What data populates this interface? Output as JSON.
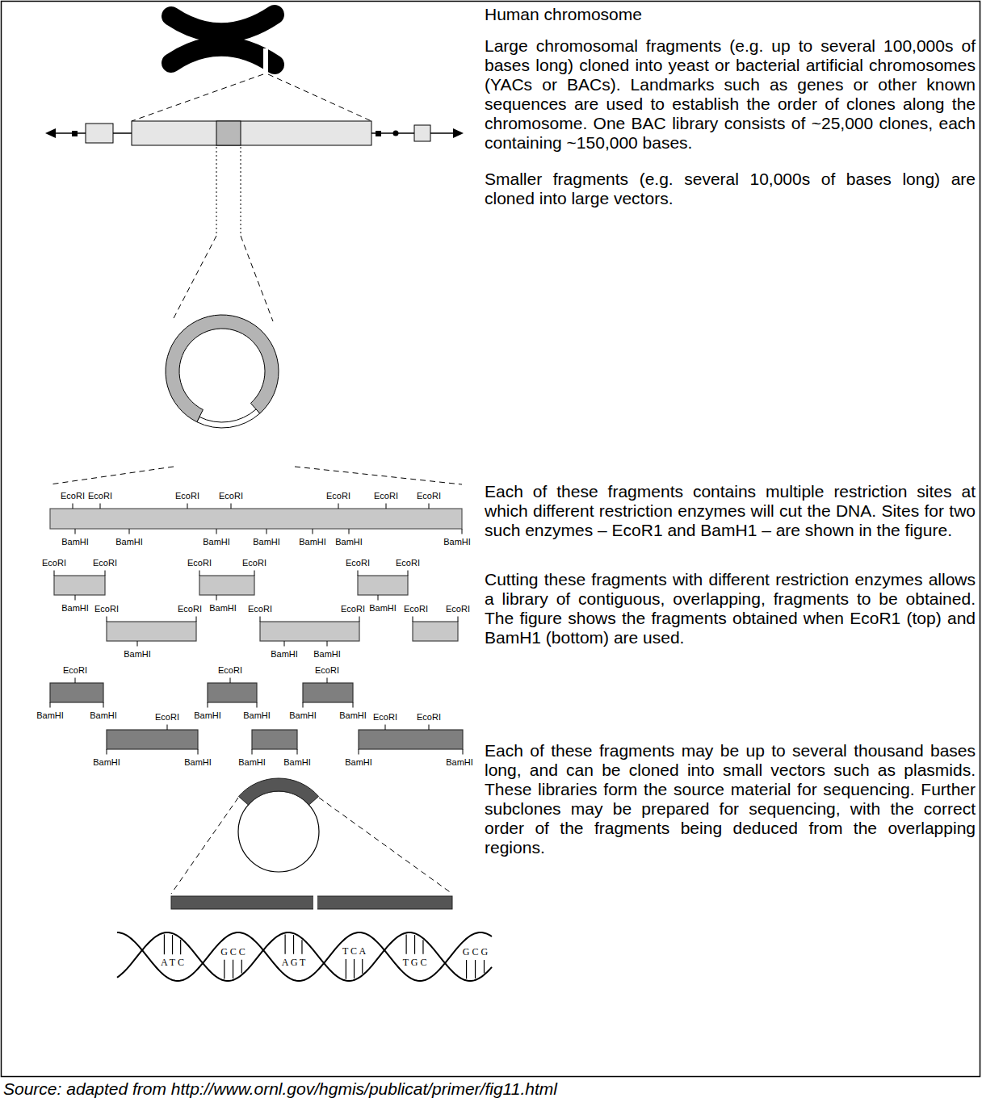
{
  "diagram": {
    "caption": "Source: adapted from http://www.ornl.gov/hgmis/publicat/primer/fig11.html",
    "labels": [
      "Human chromosome",
      "Large chromosomal fragments (e.g. up to several 100,000s of bases long) cloned into yeast or bacterial artificial chromosomes (YACs or BACs). Landmarks such as genes or other known sequences are used to establish the order of clones along the chromosome. One BAC library consists of ~25,000 clones, each containing ~150,000 bases.",
      "Smaller fragments (e.g. several 10,000s of bases long) are cloned into large vectors.",
      "EcoRI",
      "EcoRI",
      "EcoRI",
      "EcoRI",
      "EcoRI",
      "EcoRI",
      "EcoRI",
      "BamHI",
      "BamHI",
      "BamHI",
      "BamHI",
      "BamHI",
      "BamHI",
      "BamHI",
      "Each of these fragments contains multiple restriction sites at which different restriction enzymes will cut the DNA. Sites for two such enzymes – EcoR1 and BamH1 – are shown in the figure.",
      "EcoRI",
      "EcoRI",
      "EcoRI",
      "EcoRI",
      "EcoRI",
      "EcoRI",
      "BamHI",
      "BamHI",
      "BamHI",
      "EcoRI",
      "EcoRI",
      "EcoRI",
      "EcoRI",
      "EcoRI",
      "EcoRI",
      "BamHI",
      "BamHI",
      "BamHI",
      "Cutting these fragments with different restriction enzymes allows a library of contiguous, overlapping, fragments to be obtained. The figure shows the fragments obtained when EcoR1 (top) and BamH1 (bottom) are used.",
      "EcoRI",
      "EcoRI",
      "EcoRI",
      "BamHI",
      "BamHI",
      "BamHI",
      "BamHI",
      "BamHI",
      "BamHI",
      "EcoRI",
      "EcoRI",
      "EcoRI",
      "BamHI",
      "BamHI",
      "BamHI",
      "BamHI",
      "BamHI",
      "BamHI",
      "Each of these fragments may be up to several thousand bases long, and can be cloned into small vectors such as plasmids. These libraries form the source material for sequencing. Further subclones may be prepared for sequencing, with the correct order of the fragments being deduced from the overlapping regions.",
      "A T C",
      "G C C",
      "A G T",
      "T C A",
      "T G C",
      "G C G"
    ]
  }
}
